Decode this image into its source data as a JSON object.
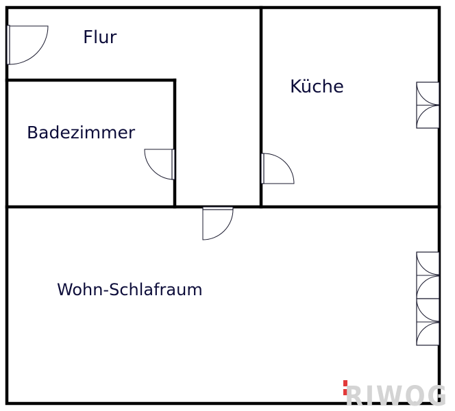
{
  "rooms": {
    "flur": "Flur",
    "kueche": "Küche",
    "badezimmer": "Badezimmer",
    "wohn_schlafraum": "Wohn-Schlafraum"
  },
  "logo": {
    "text": "RIWOG"
  },
  "colors": {
    "wall": "#000000",
    "label": "#0d0d3a",
    "logo_grey": "#d4d4d4",
    "logo_red": "#e23a3a"
  }
}
